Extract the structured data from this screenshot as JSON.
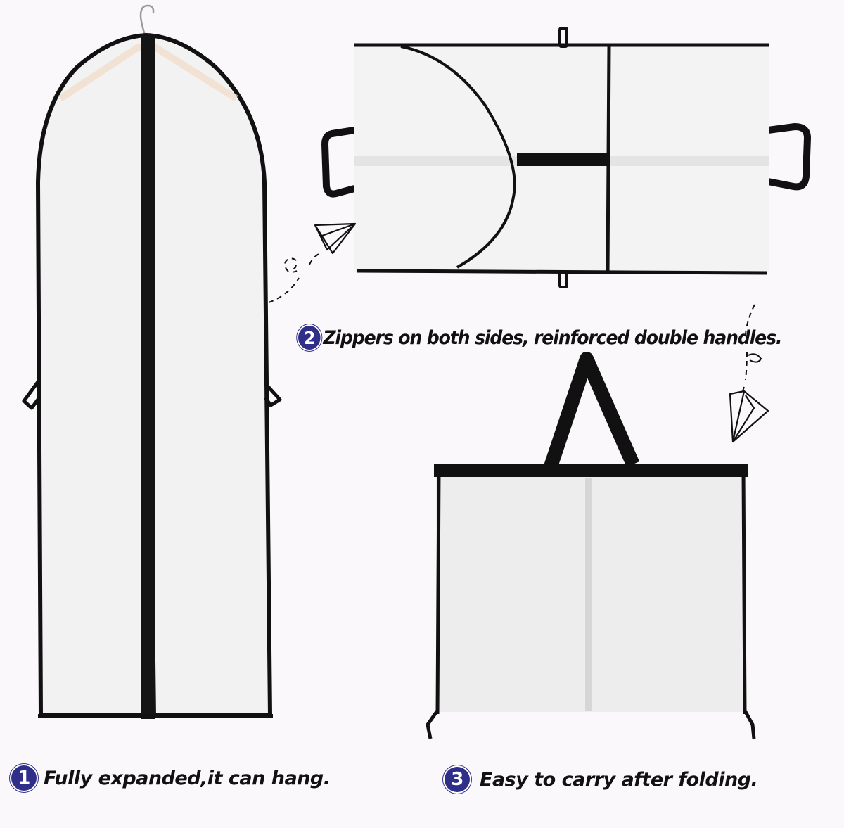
{
  "page": {
    "background": "#fbf8fb",
    "accent_color": "#2f2f8a"
  },
  "panels": [
    {
      "id": "expanded",
      "illustration": "garment-bag-hanging-icon",
      "step_number": "1",
      "caption": "Fully expanded,it can hang."
    },
    {
      "id": "folded",
      "illustration": "garment-bag-folded-icon",
      "step_number": "2",
      "caption": "Zippers on both sides, reinforced double handles."
    },
    {
      "id": "carry",
      "illustration": "garment-bag-carry-icon",
      "step_number": "3",
      "caption": "Easy to carry after folding."
    }
  ],
  "decorations": [
    {
      "name": "paper-plane-icon",
      "position": "between panel 1 and 2"
    },
    {
      "name": "paper-plane-icon",
      "position": "between panel 2 and 3"
    }
  ]
}
